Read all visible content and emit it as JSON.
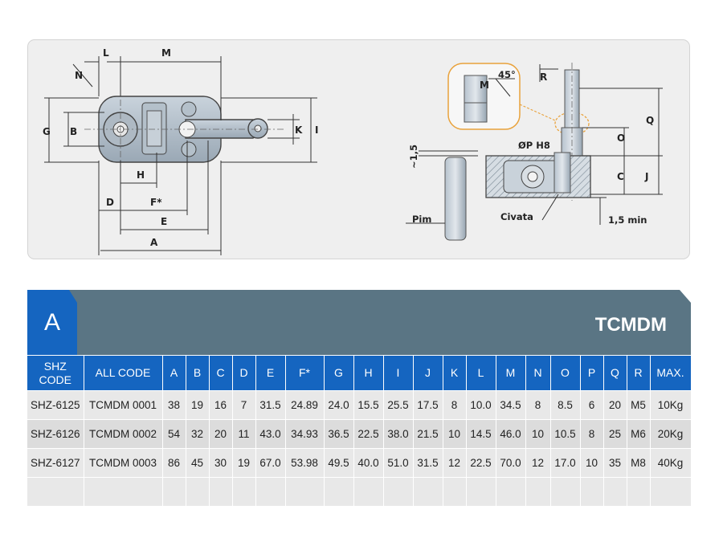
{
  "drawing": {
    "left_dims": {
      "L": "L",
      "M": "M",
      "N": "N",
      "G": "G",
      "B": "B",
      "K": "K",
      "I": "I",
      "H": "H",
      "D": "D",
      "F": "F*",
      "E": "E",
      "A": "A"
    },
    "right_dims": {
      "R": "R",
      "M": "M",
      "angle": "45°",
      "Q": "Q",
      "O": "O",
      "P": "ØP H8",
      "C": "C",
      "J": "J",
      "gap": "~1,5",
      "min": "1,5 min"
    },
    "labels": {
      "pim": "Pim",
      "civata": "Civata"
    }
  },
  "header": {
    "badge": "A",
    "title": "TCMDM"
  },
  "table": {
    "columns": [
      "SHZ CODE",
      "ALL CODE",
      "A",
      "B",
      "C",
      "D",
      "E",
      "F*",
      "G",
      "H",
      "I",
      "J",
      "K",
      "L",
      "M",
      "N",
      "O",
      "P",
      "Q",
      "R",
      "MAX."
    ],
    "rows": [
      [
        "SHZ-6125",
        "TCMDM 0001",
        "38",
        "19",
        "16",
        "7",
        "31.5",
        "24.89",
        "24.0",
        "15.5",
        "25.5",
        "17.5",
        "8",
        "10.0",
        "34.5",
        "8",
        "8.5",
        "6",
        "20",
        "M5",
        "10Kg"
      ],
      [
        "SHZ-6126",
        "TCMDM 0002",
        "54",
        "32",
        "20",
        "11",
        "43.0",
        "34.93",
        "36.5",
        "22.5",
        "38.0",
        "21.5",
        "10",
        "14.5",
        "46.0",
        "10",
        "10.5",
        "8",
        "25",
        "M6",
        "20Kg"
      ],
      [
        "SHZ-6127",
        "TCMDM 0003",
        "86",
        "45",
        "30",
        "19",
        "67.0",
        "53.98",
        "49.5",
        "40.0",
        "51.0",
        "31.5",
        "12",
        "22.5",
        "70.0",
        "12",
        "17.0",
        "10",
        "35",
        "M8",
        "40Kg"
      ],
      [
        "",
        "",
        "",
        "",
        "",
        "",
        "",
        "",
        "",
        "",
        "",
        "",
        "",
        "",
        "",
        "",
        "",
        "",
        "",
        "",
        ""
      ]
    ]
  },
  "colors": {
    "brand_blue": "#1565c0",
    "band_gray": "#5a7584"
  }
}
